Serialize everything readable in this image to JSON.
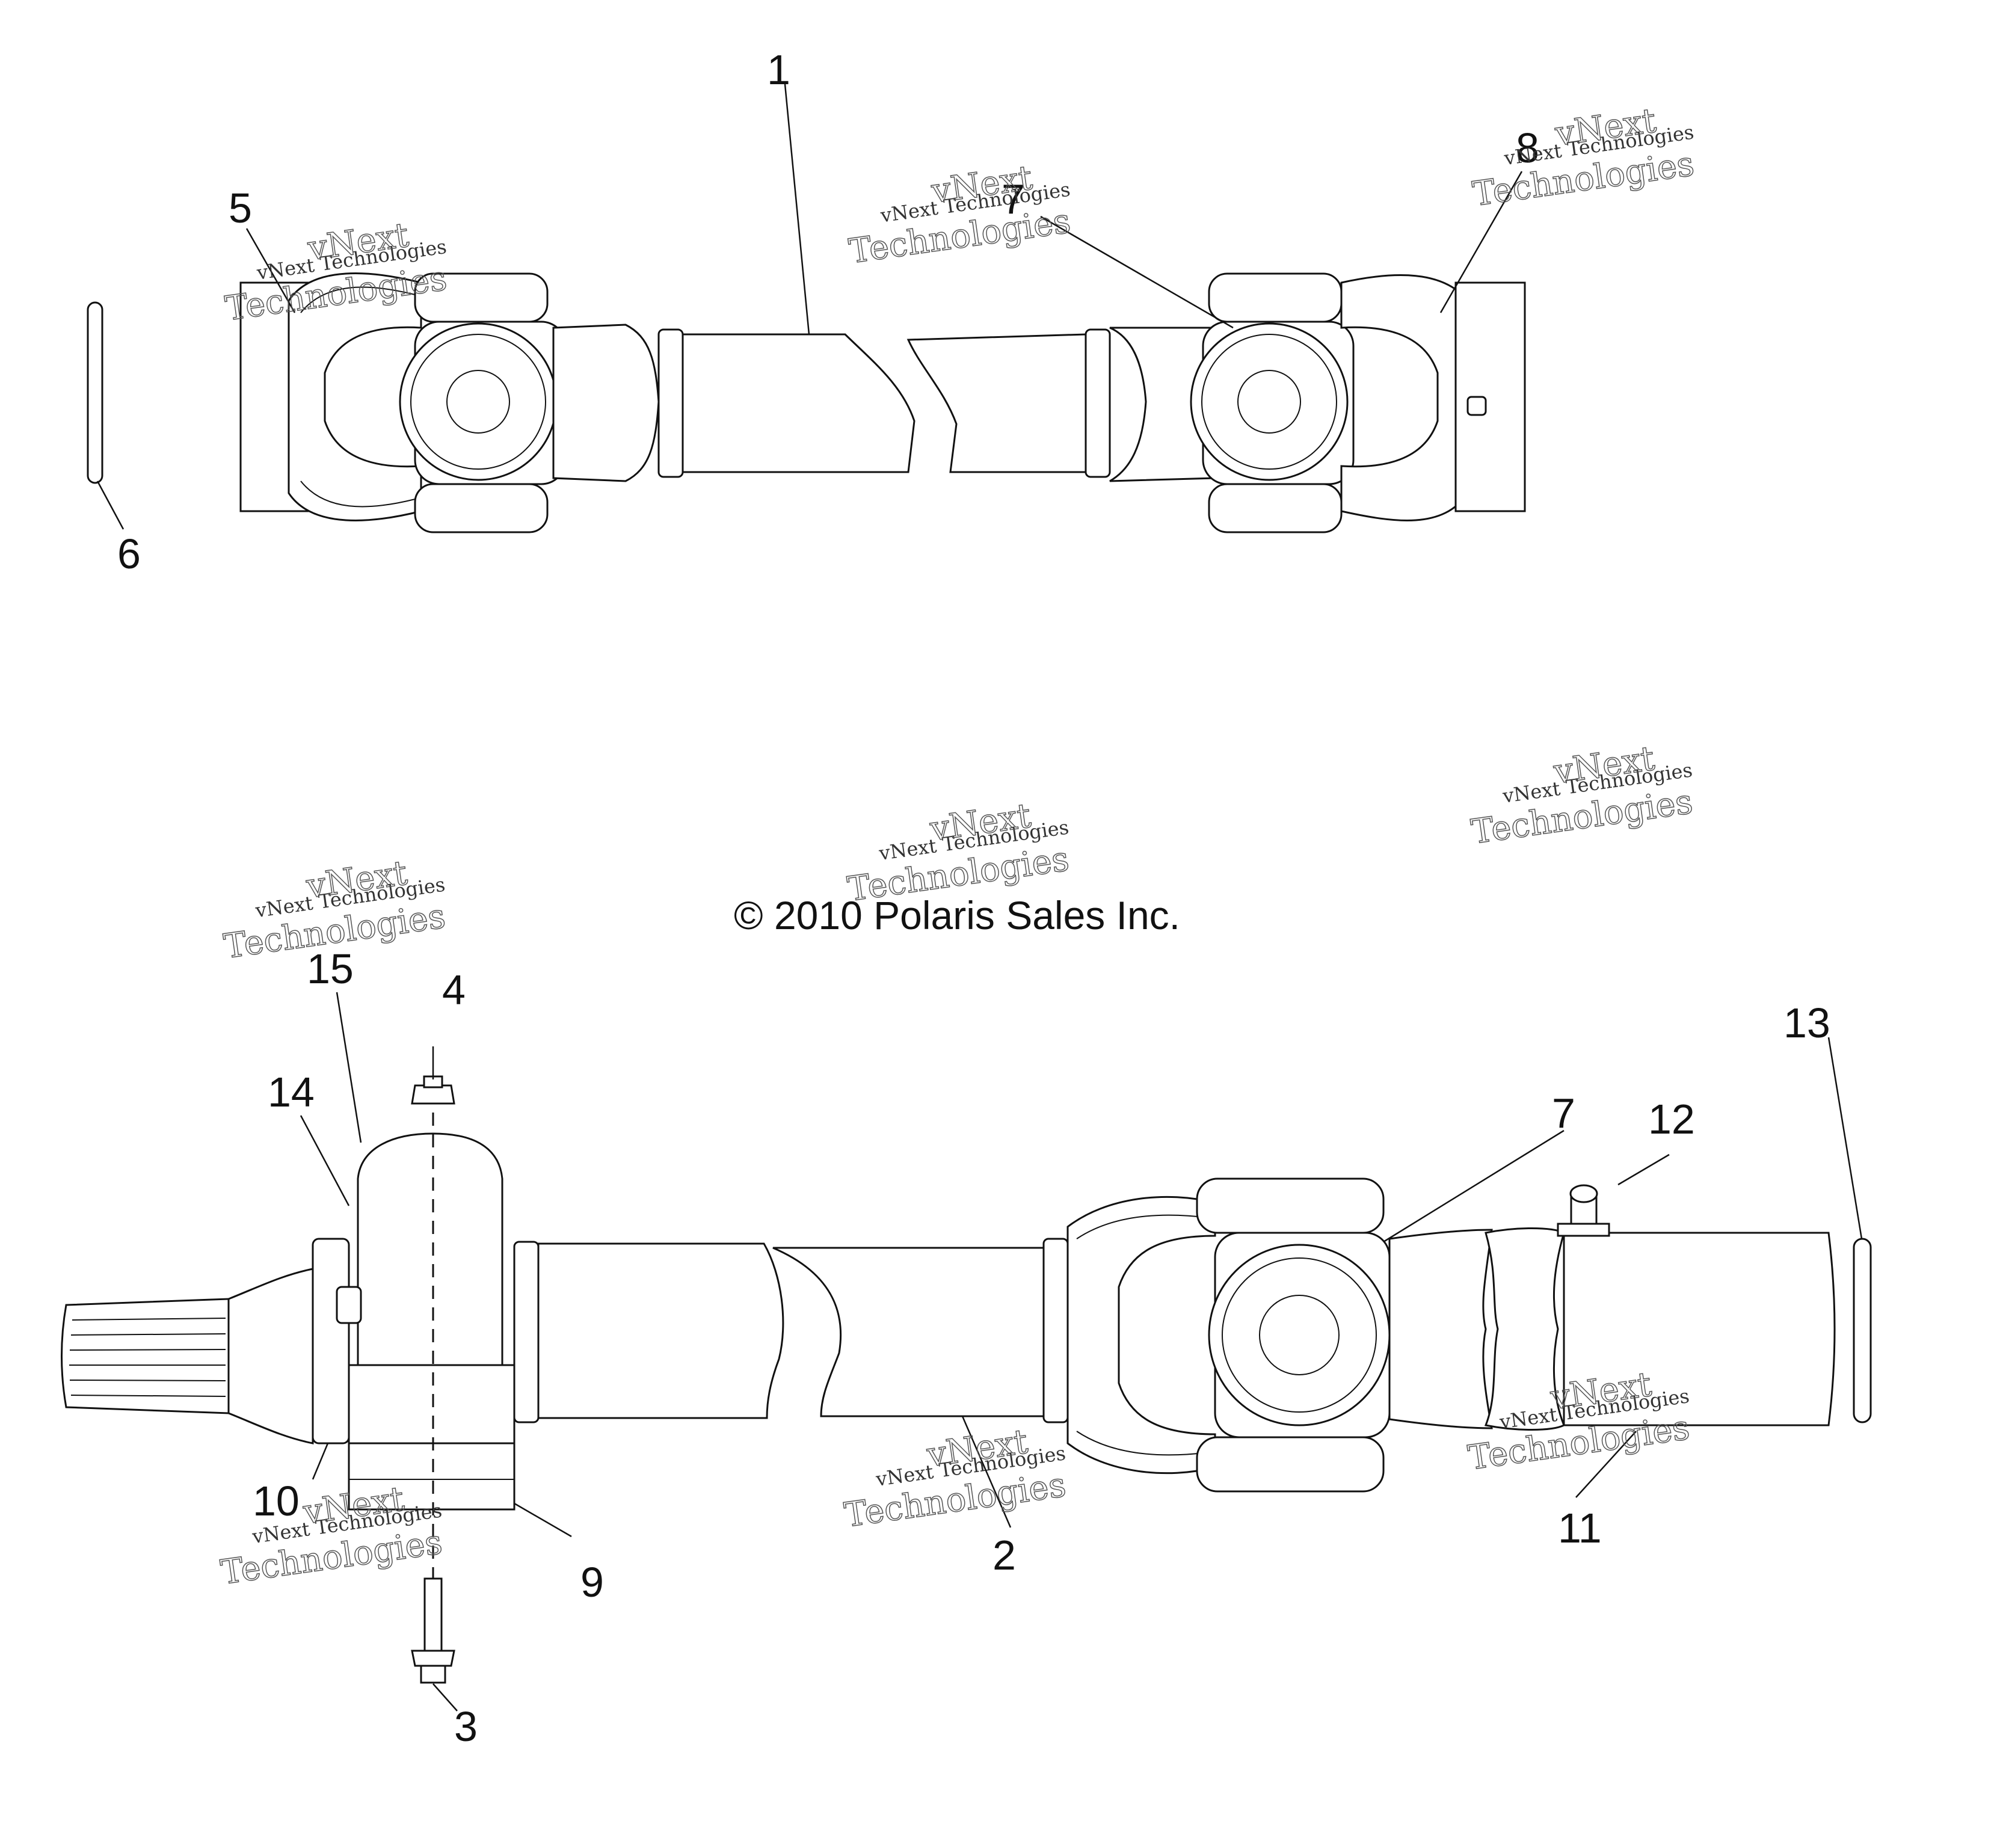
{
  "diagram": {
    "copyright": "© 2010 Polaris Sales Inc.",
    "watermark": {
      "line1": "vNext Technologies",
      "line2": "vNext",
      "line3": "Technologies"
    },
    "callouts": {
      "c1": "1",
      "c2": "2",
      "c3": "3",
      "c4": "4",
      "c5": "5",
      "c6": "6",
      "c7a": "7",
      "c7b": "7",
      "c8": "8",
      "c9": "9",
      "c10": "10",
      "c11": "11",
      "c12": "12",
      "c13": "13",
      "c14": "14",
      "c15": "15"
    }
  }
}
